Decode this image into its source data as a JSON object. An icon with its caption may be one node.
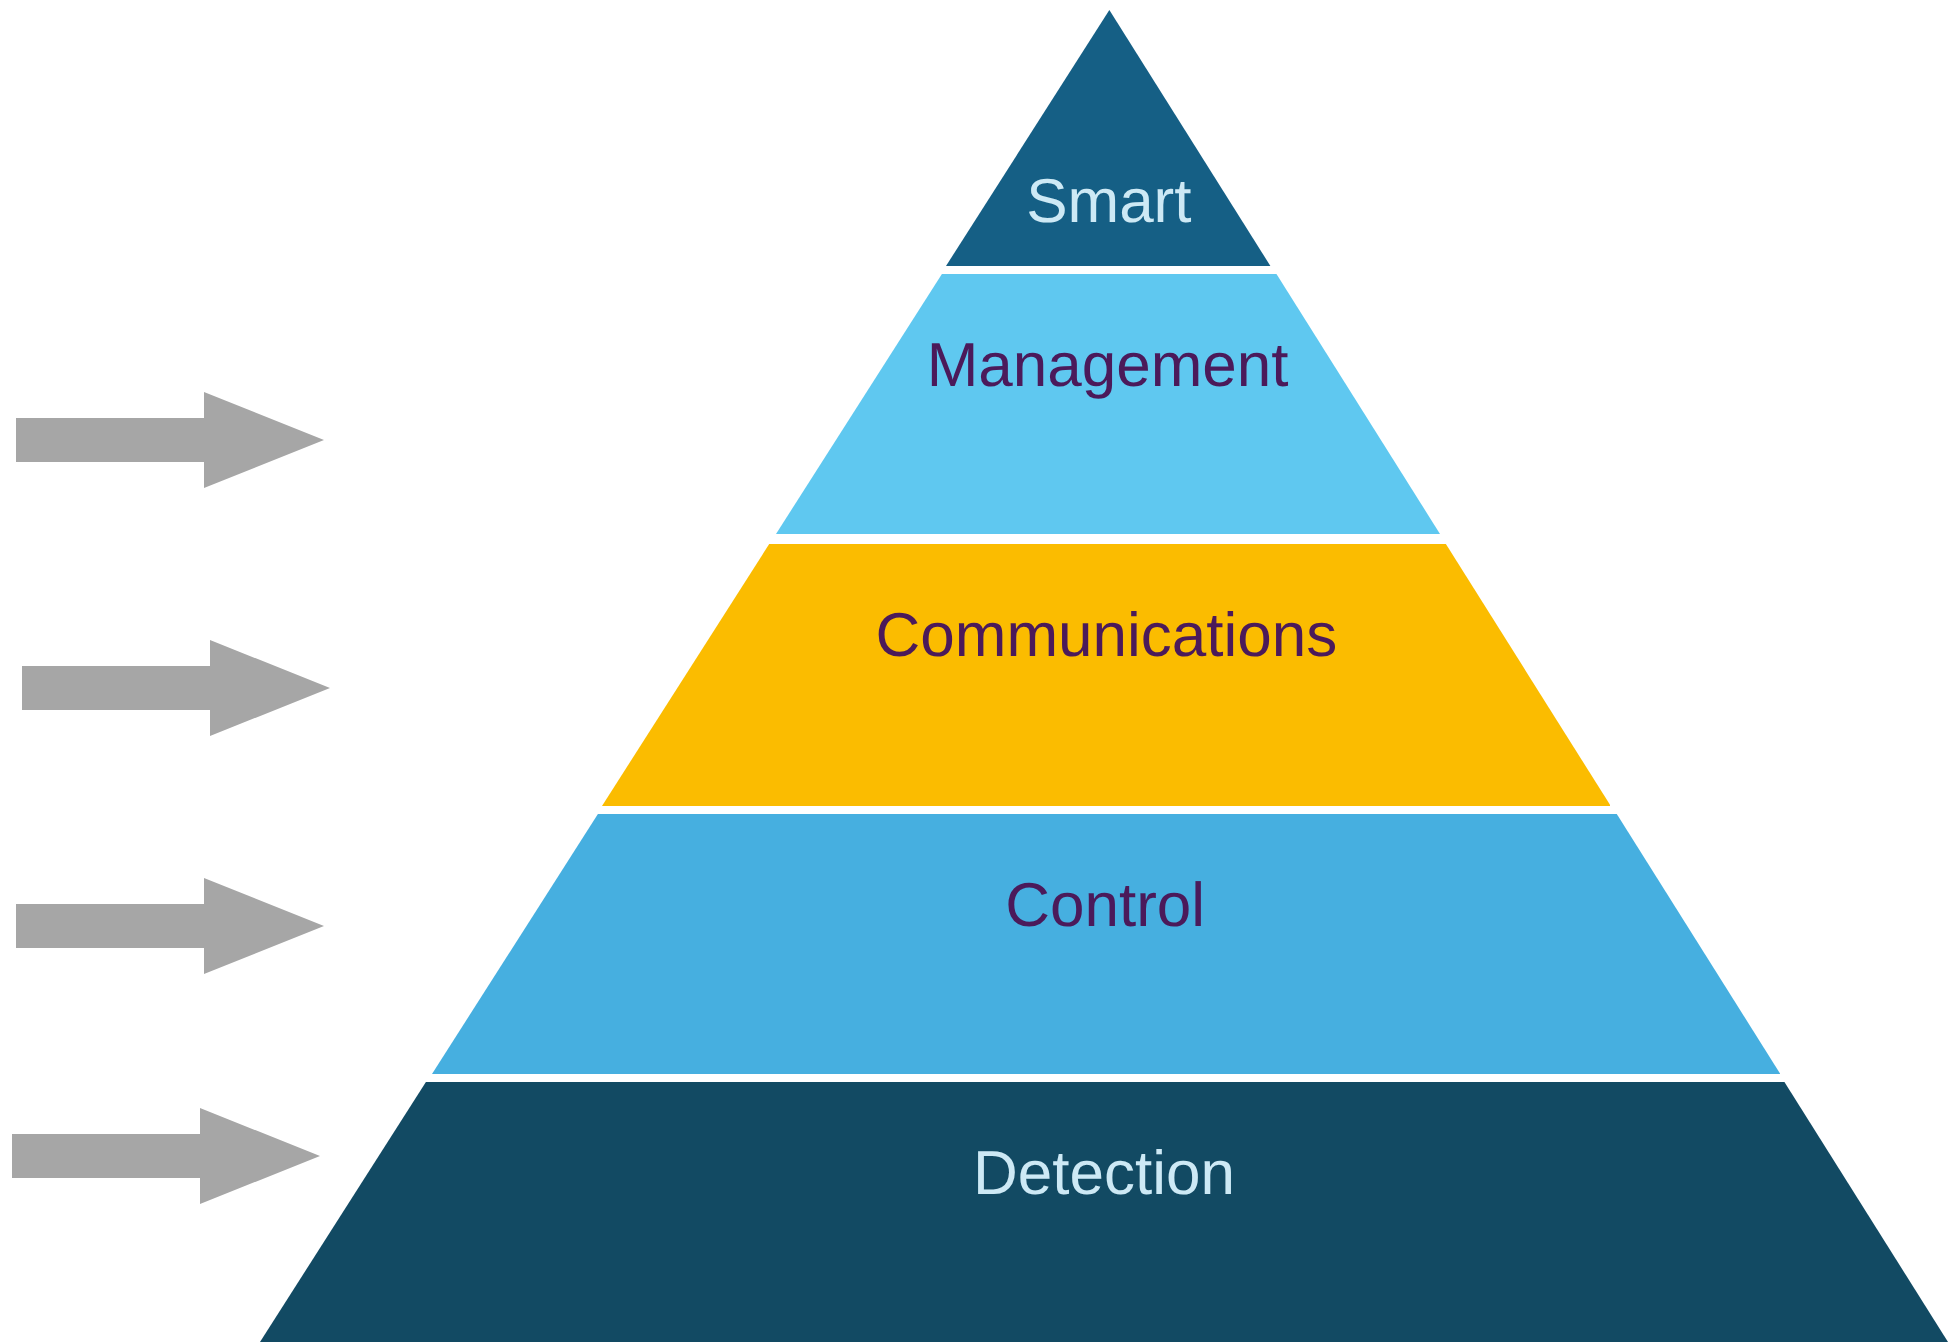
{
  "diagram": {
    "nodes": [
      {
        "text": [
          "Smart"
        ]
      },
      {
        "text": [
          "Management"
        ]
      },
      {
        "text": [
          "Communications"
        ]
      },
      {
        "text": [
          "Control"
        ]
      },
      {
        "text": [
          "Detection"
        ]
      }
    ]
  }
}
